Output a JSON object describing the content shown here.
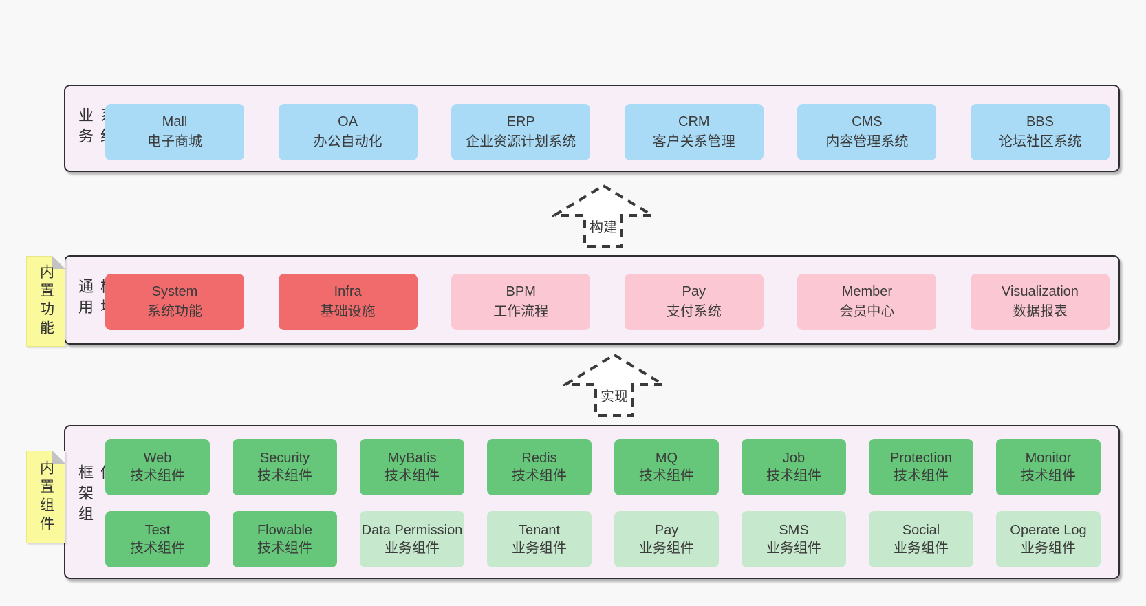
{
  "colors": {
    "page_bg": "#f8f8f8",
    "section_bg": "#f8eef7",
    "section_border": "#2e2e2e",
    "box_blue": "#a9dbf6",
    "box_red": "#f16b6c",
    "box_pink": "#fbc7d2",
    "box_green_dark": "#66c679",
    "box_green_light": "#c6e9cd",
    "sticky_yellow": "#fafa9c",
    "text": "#3b3b3b"
  },
  "arrows": {
    "build": "构建",
    "implement": "实现"
  },
  "sections": {
    "business": {
      "label": "业务系统",
      "boxes": [
        {
          "title": "Mall",
          "subtitle": "电子商城"
        },
        {
          "title": "OA",
          "subtitle": "办公自动化"
        },
        {
          "title": "ERP",
          "subtitle": "企业资源计划系统"
        },
        {
          "title": "CRM",
          "subtitle": "客户关系管理"
        },
        {
          "title": "CMS",
          "subtitle": "内容管理系统"
        },
        {
          "title": "BBS",
          "subtitle": "论坛社区系统"
        }
      ]
    },
    "modules": {
      "label": "通用模块",
      "sticky": "内置功能",
      "boxes": [
        {
          "title": "System",
          "subtitle": "系统功能"
        },
        {
          "title": "Infra",
          "subtitle": "基础设施"
        },
        {
          "title": "BPM",
          "subtitle": "工作流程"
        },
        {
          "title": "Pay",
          "subtitle": "支付系统"
        },
        {
          "title": "Member",
          "subtitle": "会员中心"
        },
        {
          "title": "Visualization",
          "subtitle": "数据报表"
        }
      ]
    },
    "framework": {
      "label": "框架组件",
      "sticky": "内置组件",
      "row1": [
        {
          "title": "Web",
          "subtitle": "技术组件"
        },
        {
          "title": "Security",
          "subtitle": "技术组件"
        },
        {
          "title": "MyBatis",
          "subtitle": "技术组件"
        },
        {
          "title": "Redis",
          "subtitle": "技术组件"
        },
        {
          "title": "MQ",
          "subtitle": "技术组件"
        },
        {
          "title": "Job",
          "subtitle": "技术组件"
        },
        {
          "title": "Protection",
          "subtitle": "技术组件"
        },
        {
          "title": "Monitor",
          "subtitle": "技术组件"
        }
      ],
      "row2": [
        {
          "title": "Test",
          "subtitle": "技术组件"
        },
        {
          "title": "Flowable",
          "subtitle": "技术组件"
        },
        {
          "title": "Data Permission",
          "subtitle": "业务组件"
        },
        {
          "title": "Tenant",
          "subtitle": "业务组件"
        },
        {
          "title": "Pay",
          "subtitle": "业务组件"
        },
        {
          "title": "SMS",
          "subtitle": "业务组件"
        },
        {
          "title": "Social",
          "subtitle": "业务组件"
        },
        {
          "title": "Operate Log",
          "subtitle": "业务组件"
        }
      ]
    }
  }
}
